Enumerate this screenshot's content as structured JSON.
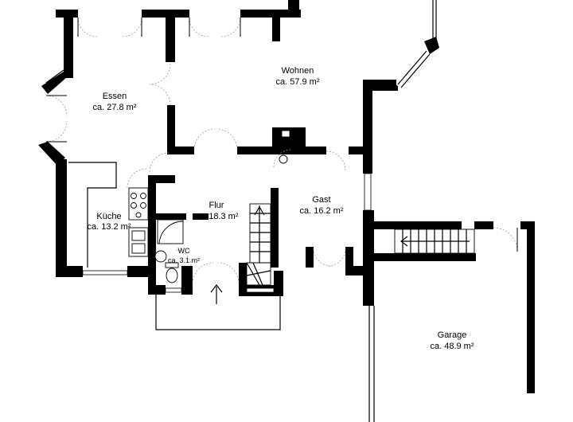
{
  "rooms": {
    "wohnen": {
      "name": "Wohnen",
      "area": "ca. 57.9 m²"
    },
    "essen": {
      "name": "Essen",
      "area": "ca. 27.8 m²"
    },
    "kueche": {
      "name": "Küche",
      "area": "ca. 13.2 m²"
    },
    "flur": {
      "name": "Flur",
      "area": "ca. 18.3 m²"
    },
    "gast": {
      "name": "Gast",
      "area": "ca. 16.2 m²"
    },
    "wc": {
      "name": "WC",
      "area": "ca. 3.1 m²"
    },
    "garage": {
      "name": "Garage",
      "area": "ca. 48.9 m²"
    }
  }
}
